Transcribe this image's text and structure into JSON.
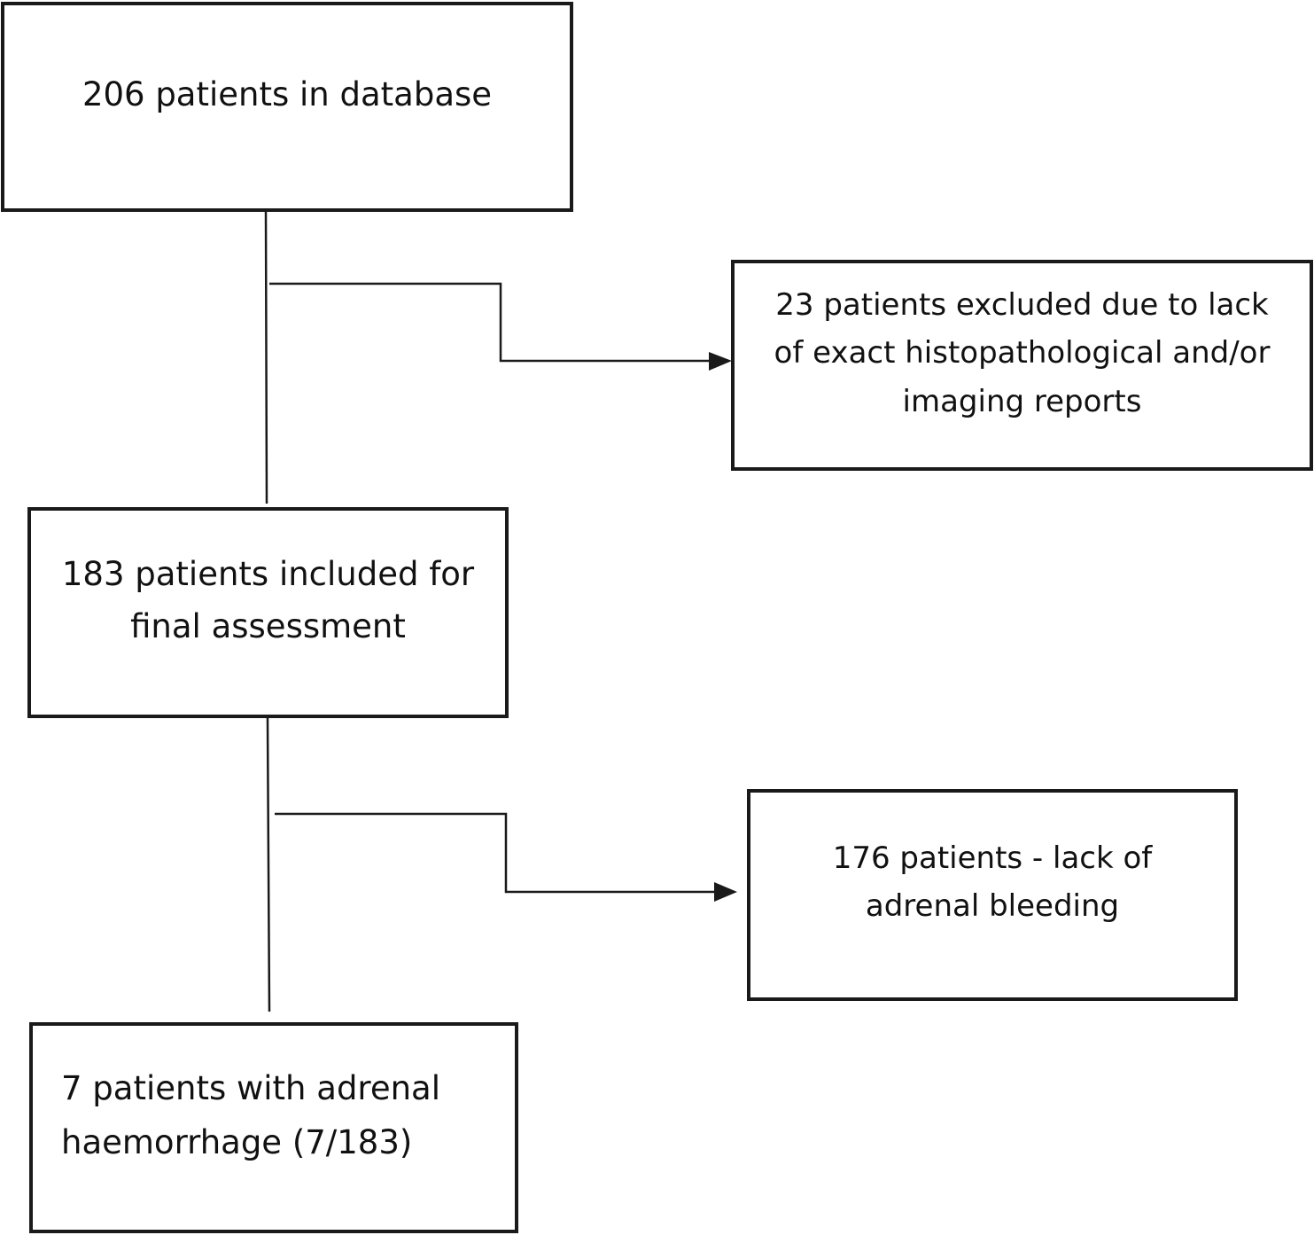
{
  "flowchart": {
    "database_box": {
      "text": "206 patients in database"
    },
    "excluded_box": {
      "text": "23 patients excluded due to lack\nof exact histopathological and/or\nimaging reports"
    },
    "included_box": {
      "text": "183 patients included for\nfinal assessment"
    },
    "no_bleeding_box": {
      "text": "176 patients - lack of\nadrenal bleeding"
    },
    "haemorrhage_box": {
      "text": "7 patients with adrenal\nhaemorrhage (7/183)"
    }
  },
  "colors": {
    "line": "#1a1a1a",
    "text": "#111111",
    "background": "#ffffff"
  }
}
